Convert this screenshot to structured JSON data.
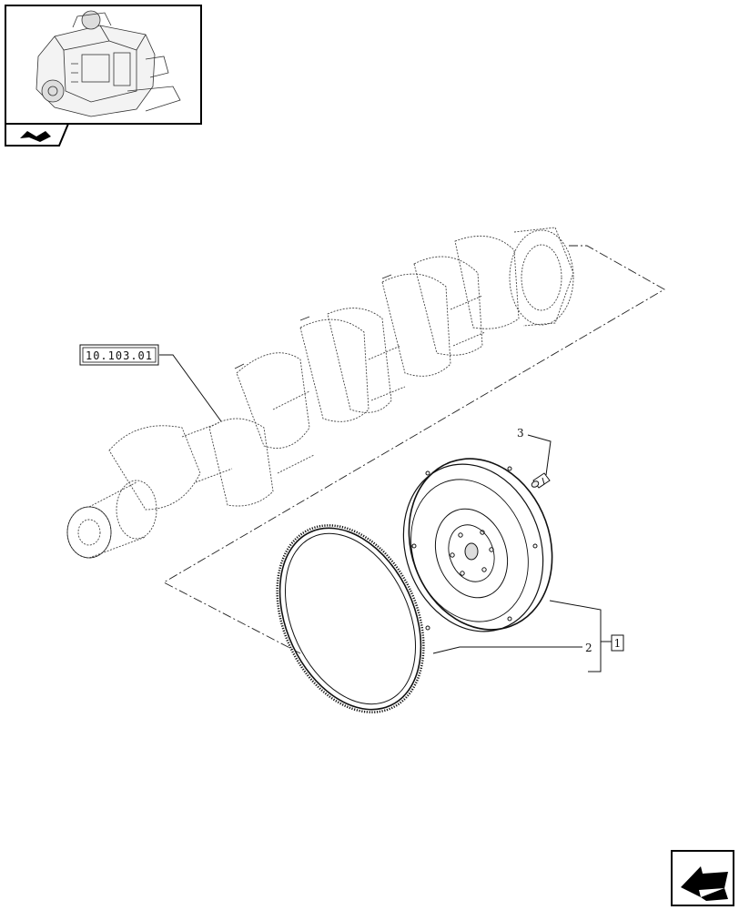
{
  "diagram": {
    "reference_label": "10.103.01",
    "callouts": {
      "bolt": "3",
      "ring_gear": "2",
      "kit": "1"
    }
  },
  "icons": {
    "thumbnail": "engine-thumbnail",
    "thumbnail_tab": "book-page-icon",
    "nav": "navigate-arrow-icon"
  }
}
